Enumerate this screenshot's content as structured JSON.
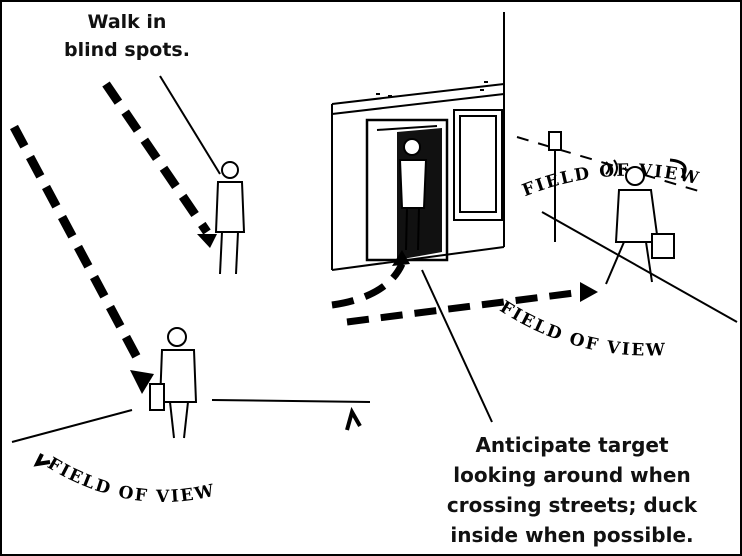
{
  "captions": {
    "blind_spots": [
      "Walk in",
      "blind spots."
    ],
    "anticipate": [
      "Anticipate target",
      "looking around when",
      "crossing streets; duck",
      "inside when possible."
    ]
  },
  "field_of_view": {
    "label": "FIELD OF VIEW"
  },
  "colors": {
    "ink": "#000000",
    "background": "#ffffff",
    "door_interior": "#111111"
  }
}
